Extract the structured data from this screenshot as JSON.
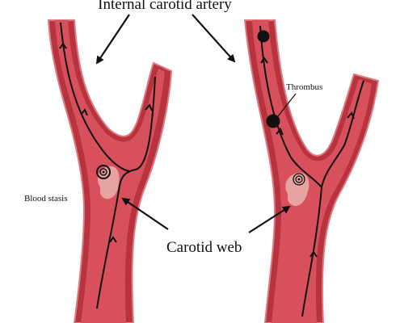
{
  "labels": {
    "title": "Internal carotid artery",
    "blood_stasis": "Blood stasis",
    "carotid_web": "Carotid web",
    "thrombus": "Thrombus"
  },
  "colors": {
    "vessel_outer": "#b7343e",
    "vessel_inner": "#d8505c",
    "vessel_edge": "#e07880",
    "web_tissue": "#e7a2a2",
    "flow_line": "#111111",
    "thrombus": "#111111"
  },
  "icons": [
    "flow-arrow-icon",
    "vortex-spiral-icon",
    "thrombus-dot-icon"
  ]
}
